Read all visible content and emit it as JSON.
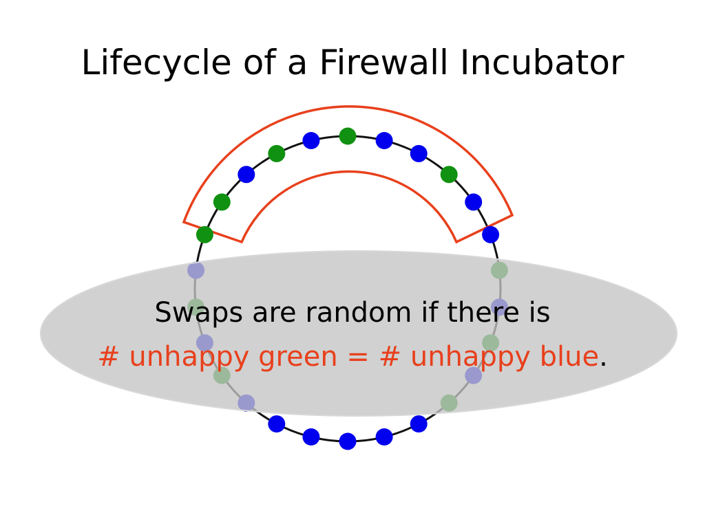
{
  "slide": {
    "title": "Lifecycle of a Firewall Incubator"
  },
  "caption": {
    "line1": "Swaps are random if there is",
    "line2_highlight": "# unhappy green = # unhappy blue",
    "line2_tail": "."
  },
  "colors": {
    "green": "#119111",
    "blue": "#0000ee",
    "firewall_outline": "#e8401c",
    "highlight_text": "#e8401c",
    "ring": "#111111",
    "overlay_fill": "#cfcfcf"
  },
  "diagram": {
    "ring_nodes": [
      "blue",
      "blue",
      "blue",
      "blue",
      "green",
      "blue",
      "green",
      "blue",
      "green",
      "green",
      "blue",
      "green",
      "blue",
      "green",
      "blue",
      "blue",
      "green",
      "blue",
      "blue",
      "green",
      "blue",
      "green",
      "blue",
      "green",
      "blue",
      "blue"
    ]
  }
}
